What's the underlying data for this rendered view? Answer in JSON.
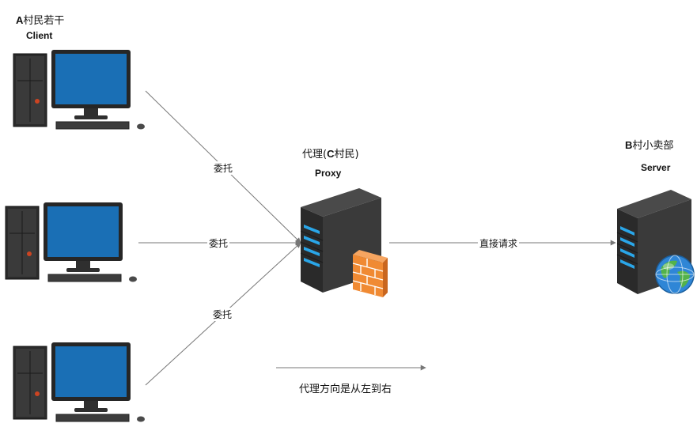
{
  "client": {
    "title_letter": "A",
    "title_rest": "村民若干",
    "subtitle": "Client"
  },
  "proxy": {
    "title_pre": "代理(",
    "title_letter": "C",
    "title_rest": "村民)",
    "subtitle": "Proxy"
  },
  "server": {
    "title_letter": "B",
    "title_rest": "村小卖部",
    "subtitle": "Server"
  },
  "edges": {
    "delegate_1": "委托",
    "delegate_2": "委托",
    "delegate_3": "委托",
    "direct_request": "直接请求"
  },
  "direction_note": "代理方向是从左到右",
  "icons": {
    "client_nodes": [
      "desktop-computer-icon",
      "desktop-computer-icon",
      "desktop-computer-icon"
    ],
    "proxy_node": "server-tower-icon",
    "proxy_badge": "firewall-icon",
    "server_node": "server-tower-icon",
    "server_badge": "globe-icon"
  },
  "colors": {
    "screen_blue": "#1a6fb5",
    "server_led": "#2aa6e8",
    "firewall_orange": "#f08a33",
    "globe_blue": "#2f86d6",
    "globe_green": "#53b24a",
    "connector": "#777777"
  }
}
